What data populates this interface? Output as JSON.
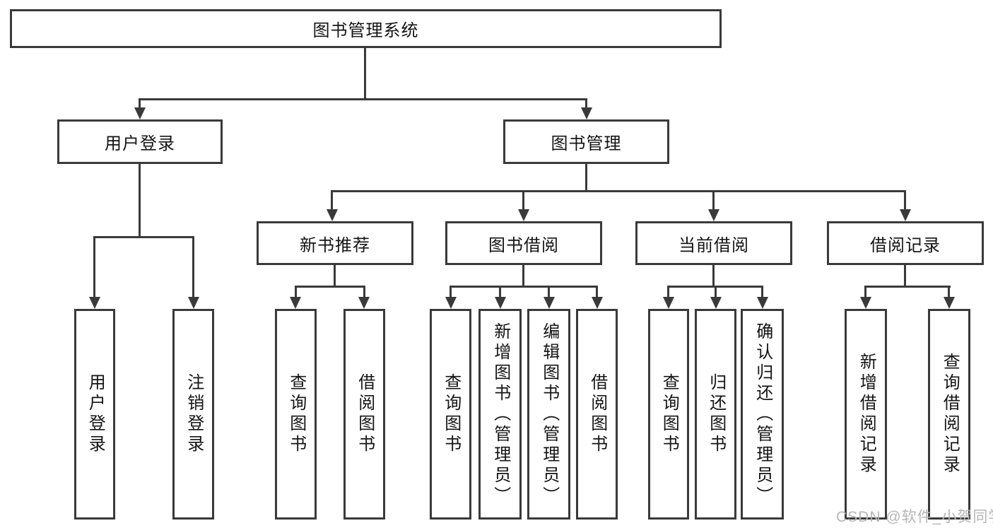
{
  "diagram": {
    "root": {
      "label": "图书管理系统"
    },
    "level2": [
      {
        "id": "user-login",
        "label": "用户登录",
        "parent": "图书管理系统"
      },
      {
        "id": "book-management",
        "label": "图书管理",
        "parent": "图书管理系统"
      }
    ],
    "level3": [
      {
        "id": "new-book-recommendation",
        "label": "新书推荐",
        "parent": "图书管理"
      },
      {
        "id": "book-borrowing",
        "label": "图书借阅",
        "parent": "图书管理"
      },
      {
        "id": "current-borrowing",
        "label": "当前借阅",
        "parent": "图书管理"
      },
      {
        "id": "borrowing-records",
        "label": "借阅记录",
        "parent": "图书管理"
      }
    ],
    "leaves": [
      {
        "id": "user-login-leaf",
        "label": "用户登录",
        "parent": "用户登录"
      },
      {
        "id": "logout",
        "label": "注销登录",
        "parent": "用户登录"
      },
      {
        "id": "query-books-recommend",
        "label": "查询图书",
        "parent": "新书推荐"
      },
      {
        "id": "borrow-books-recommend",
        "label": "借阅图书",
        "parent": "新书推荐"
      },
      {
        "id": "query-books-borrow",
        "label": "查询图书",
        "parent": "图书借阅"
      },
      {
        "id": "add-book-admin",
        "label": "新增图书（管理员）",
        "parent": "图书借阅"
      },
      {
        "id": "edit-book-admin",
        "label": "编辑图书（管理员）",
        "parent": "图书借阅"
      },
      {
        "id": "borrow-books",
        "label": "借阅图书",
        "parent": "图书借阅"
      },
      {
        "id": "query-books-current",
        "label": "查询图书",
        "parent": "当前借阅"
      },
      {
        "id": "return-books",
        "label": "归还图书",
        "parent": "当前借阅"
      },
      {
        "id": "confirm-return-admin",
        "label": "确认归还（管理员）",
        "parent": "当前借阅"
      },
      {
        "id": "add-borrow-record",
        "label": "新增借阅记录",
        "parent": "借阅记录"
      },
      {
        "id": "query-borrow-record",
        "label": "查询借阅记录",
        "parent": "借阅记录"
      }
    ]
  },
  "watermark": {
    "text": "CSDN @软件_小贺同学"
  },
  "colors": {
    "line": "#3a3a3a",
    "text": "#141414",
    "watermark": "#b6b6b6",
    "background": "#ffffff"
  }
}
